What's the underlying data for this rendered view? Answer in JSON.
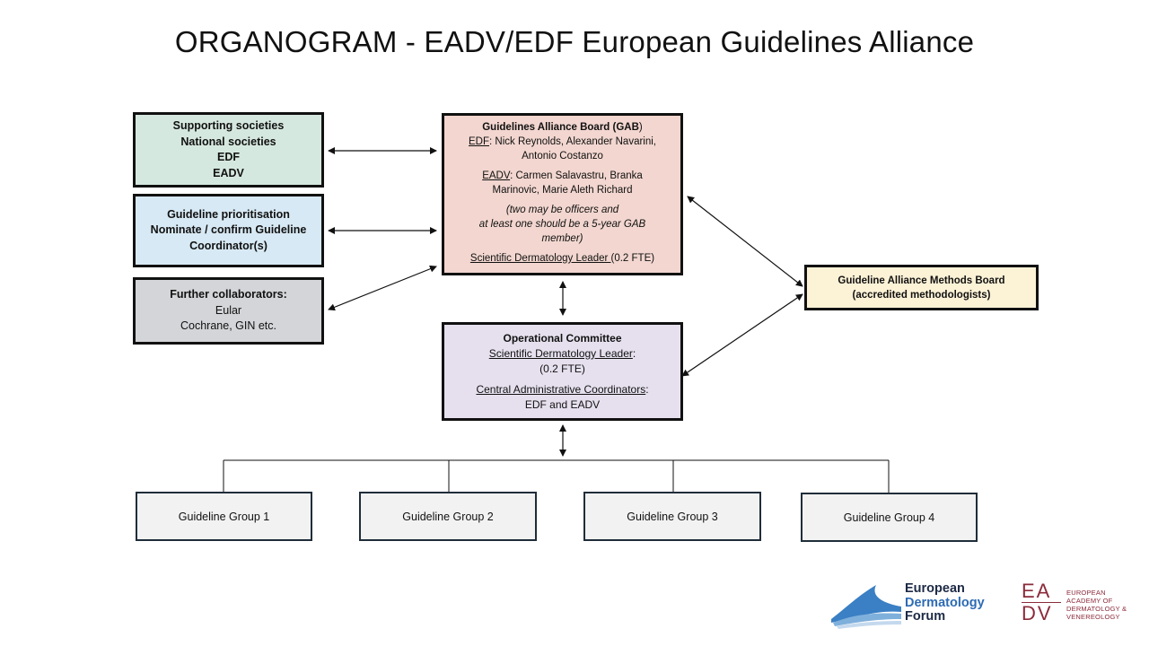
{
  "title": "ORGANOGRAM - EADV/EDF European Guidelines Alliance",
  "boxes": {
    "supporting": [
      "Supporting societies",
      "National societies",
      "EDF",
      "EADV"
    ],
    "prioritisation": [
      "Guideline prioritisation",
      "Nominate / confirm Guideline",
      "Coordinator(s)"
    ],
    "further": {
      "heading": "Further collaborators:",
      "lines": [
        "Eular",
        "Cochrane, GIN etc."
      ]
    },
    "gab": {
      "heading": "Guidelines Alliance Board (GAB",
      "heading_close": ")",
      "edf_label": "EDF",
      "edf_members_1": ": Nick Reynolds, Alexander Navarini,",
      "edf_members_2": "Antonio Costanzo",
      "eadv_label": "EADV",
      "eadv_members_1": ": Carmen Salavastru, Branka",
      "eadv_members_2": "Marinovic, Marie Aleth Richard",
      "note_1": "(two may be officers and",
      "note_2": "at least one should be a 5-year GAB",
      "note_3": "member)",
      "leader_label": "Scientific Dermatology Leader ",
      "leader_fte": "(0.2 FTE)"
    },
    "operational": {
      "heading": "Operational Committee",
      "leader_label": "Scientific Dermatology Leader",
      "colon": ":",
      "leader_fte": "(0.2 FTE)",
      "admin_label": "Central Administrative Coordinators",
      "admin_colon": ":",
      "admin_value": "EDF and EADV"
    },
    "methods": [
      "Guideline Alliance Methods Board",
      "(accredited methodologists)"
    ]
  },
  "groups": [
    "Guideline Group 1",
    "Guideline Group 2",
    "Guideline Group 3",
    "Guideline Group 4"
  ],
  "logos": {
    "edf": [
      "European",
      "Dermatology",
      "Forum"
    ],
    "eadv_mark": [
      "EA",
      "DV"
    ],
    "eadv": [
      "EUROPEAN",
      "ACADEMY OF",
      "DERMATOLOGY &",
      "VENEREOLOGY"
    ]
  },
  "colors": {
    "supporting": "#d5e8df",
    "prioritisation": "#d7e9f4",
    "further": "#d3d5d8",
    "gab": "#f2d6cf",
    "operational": "#e6e0ee",
    "methods": "#fcf2d6",
    "groups": "#f2f2f2",
    "eadv": "#8b2a3a",
    "edf_dark": "#1d2a46",
    "edf_blue": "#2d6bb4"
  }
}
